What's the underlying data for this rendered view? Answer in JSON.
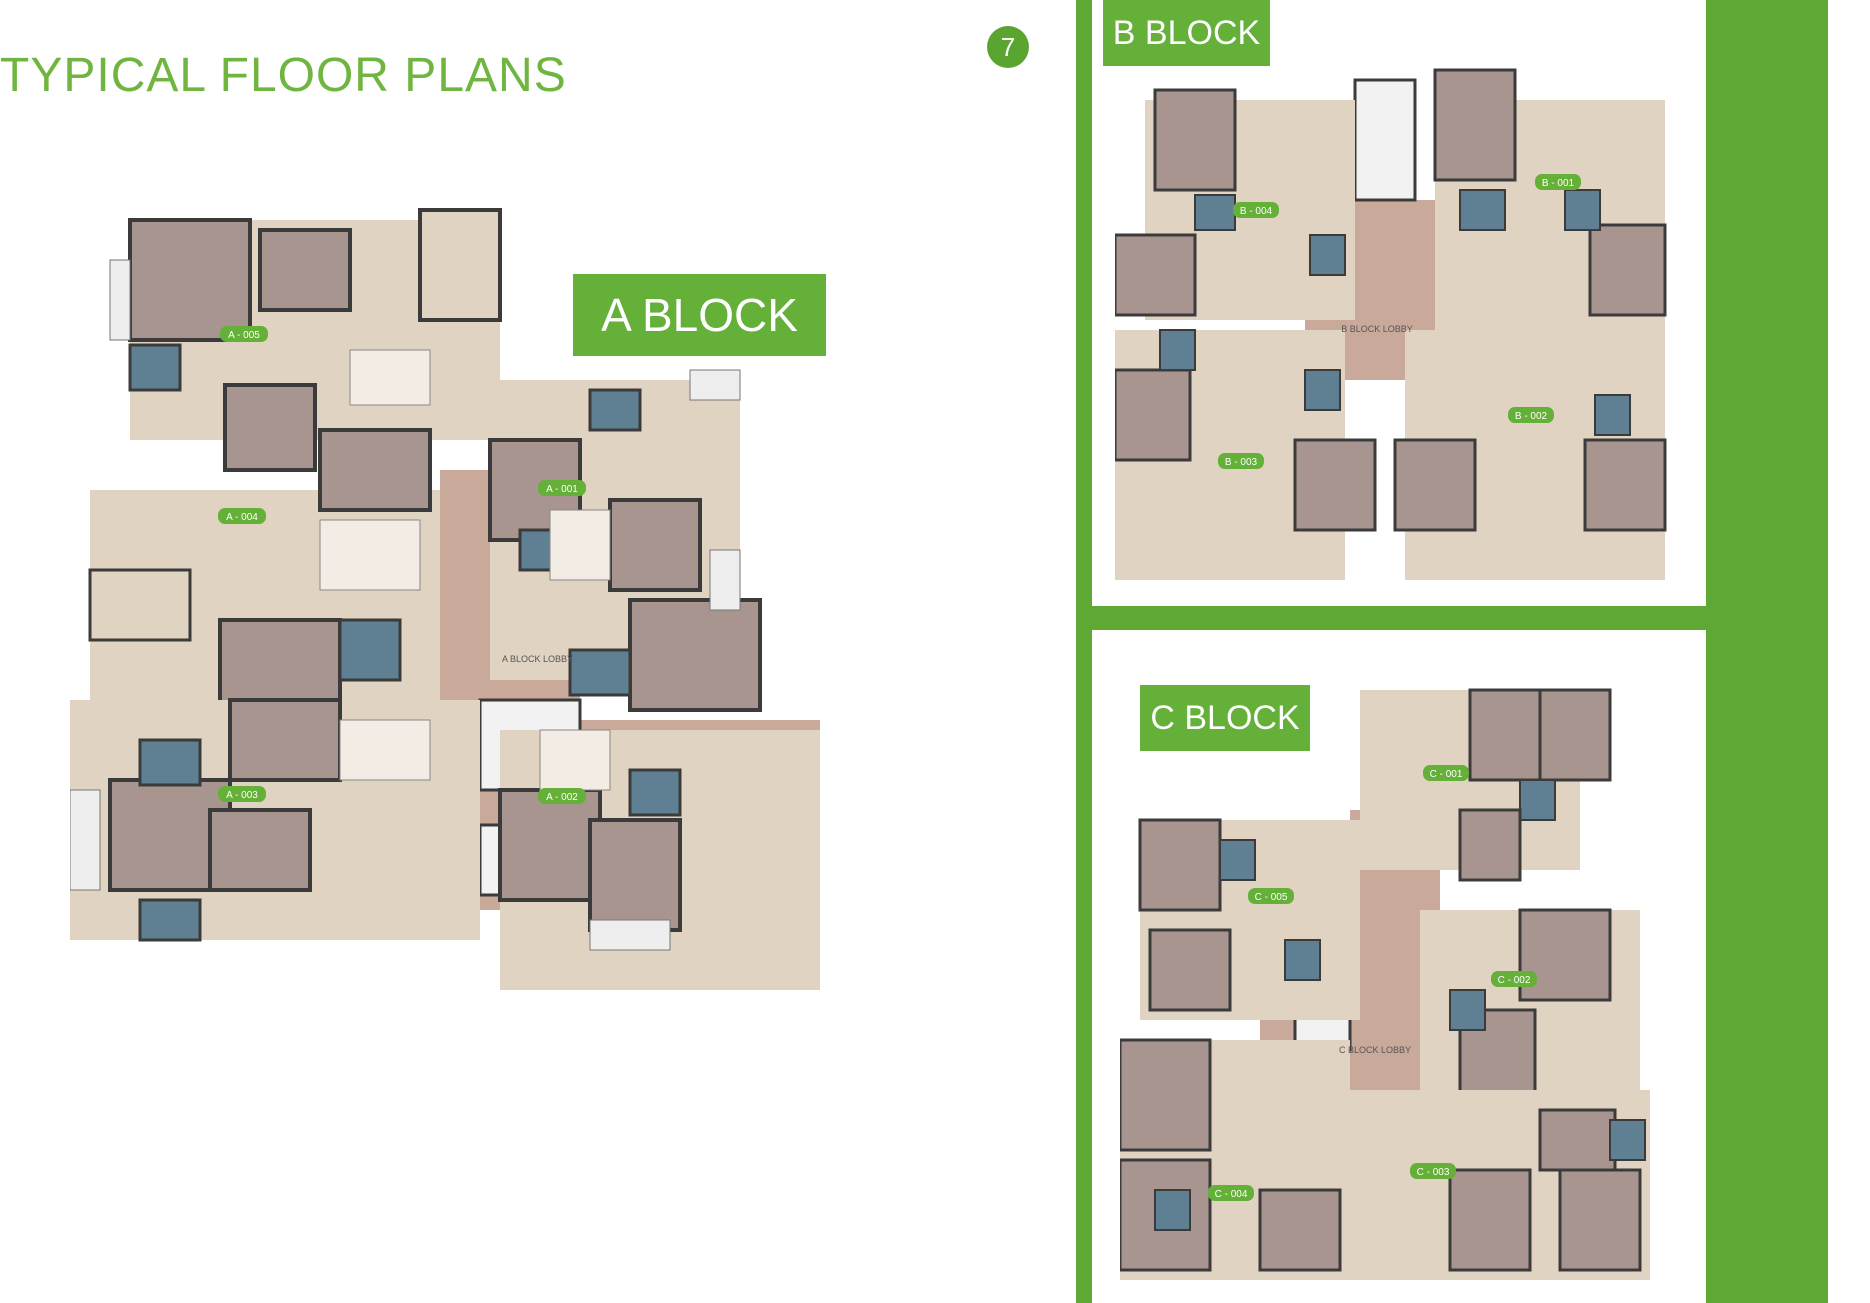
{
  "page": {
    "title": "TYPICAL FLOOR PLANS",
    "page_number": "7"
  },
  "colors": {
    "brand_green": "#64b038",
    "frame_green": "#5ea833",
    "bedroom": "#a8958f",
    "living": "#e0d3c2",
    "lobby": "#c9a99a",
    "toilet": "#5f7f92",
    "wall": "#3b3b3b"
  },
  "blocks": {
    "a": {
      "label": "A BLOCK",
      "lobby_label": "A BLOCK LOBBY",
      "units": [
        "A - 001",
        "A - 002",
        "A - 003",
        "A - 004",
        "A - 005"
      ]
    },
    "b": {
      "label": "B BLOCK",
      "lobby_label": "B BLOCK LOBBY",
      "units": [
        "B - 001",
        "B - 002",
        "B - 003",
        "B - 004"
      ]
    },
    "c": {
      "label": "C BLOCK",
      "lobby_label": "C BLOCK LOBBY",
      "units": [
        "C - 001",
        "C - 002",
        "C - 003",
        "C - 004",
        "C - 005"
      ]
    }
  }
}
